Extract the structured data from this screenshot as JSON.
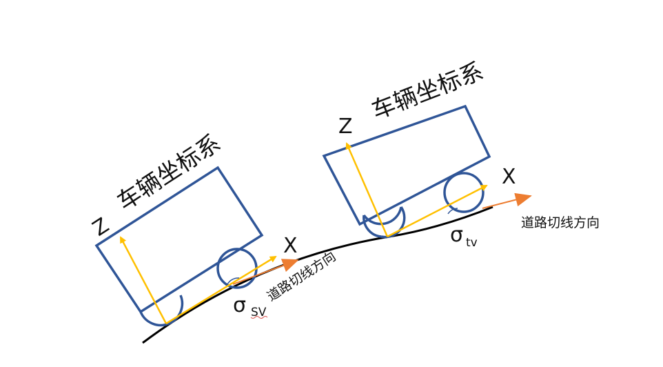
{
  "left_vehicle": {
    "title": "车辆坐标系",
    "z_label": "Z",
    "x_label": "X",
    "sigma": "σ",
    "sigma_sub": "SV",
    "tangent_label": "道路切线方向"
  },
  "right_vehicle": {
    "title": "车辆坐标系",
    "z_label": "Z",
    "x_label": "X",
    "sigma": "σ",
    "sigma_sub": "tv",
    "tangent_label": "道路切线方向"
  },
  "colors": {
    "vehicle_outline": "#2f5597",
    "axis": "#ffc000",
    "tangent": "#ed7d31",
    "road": "#000000",
    "underline": "#d9534f"
  }
}
